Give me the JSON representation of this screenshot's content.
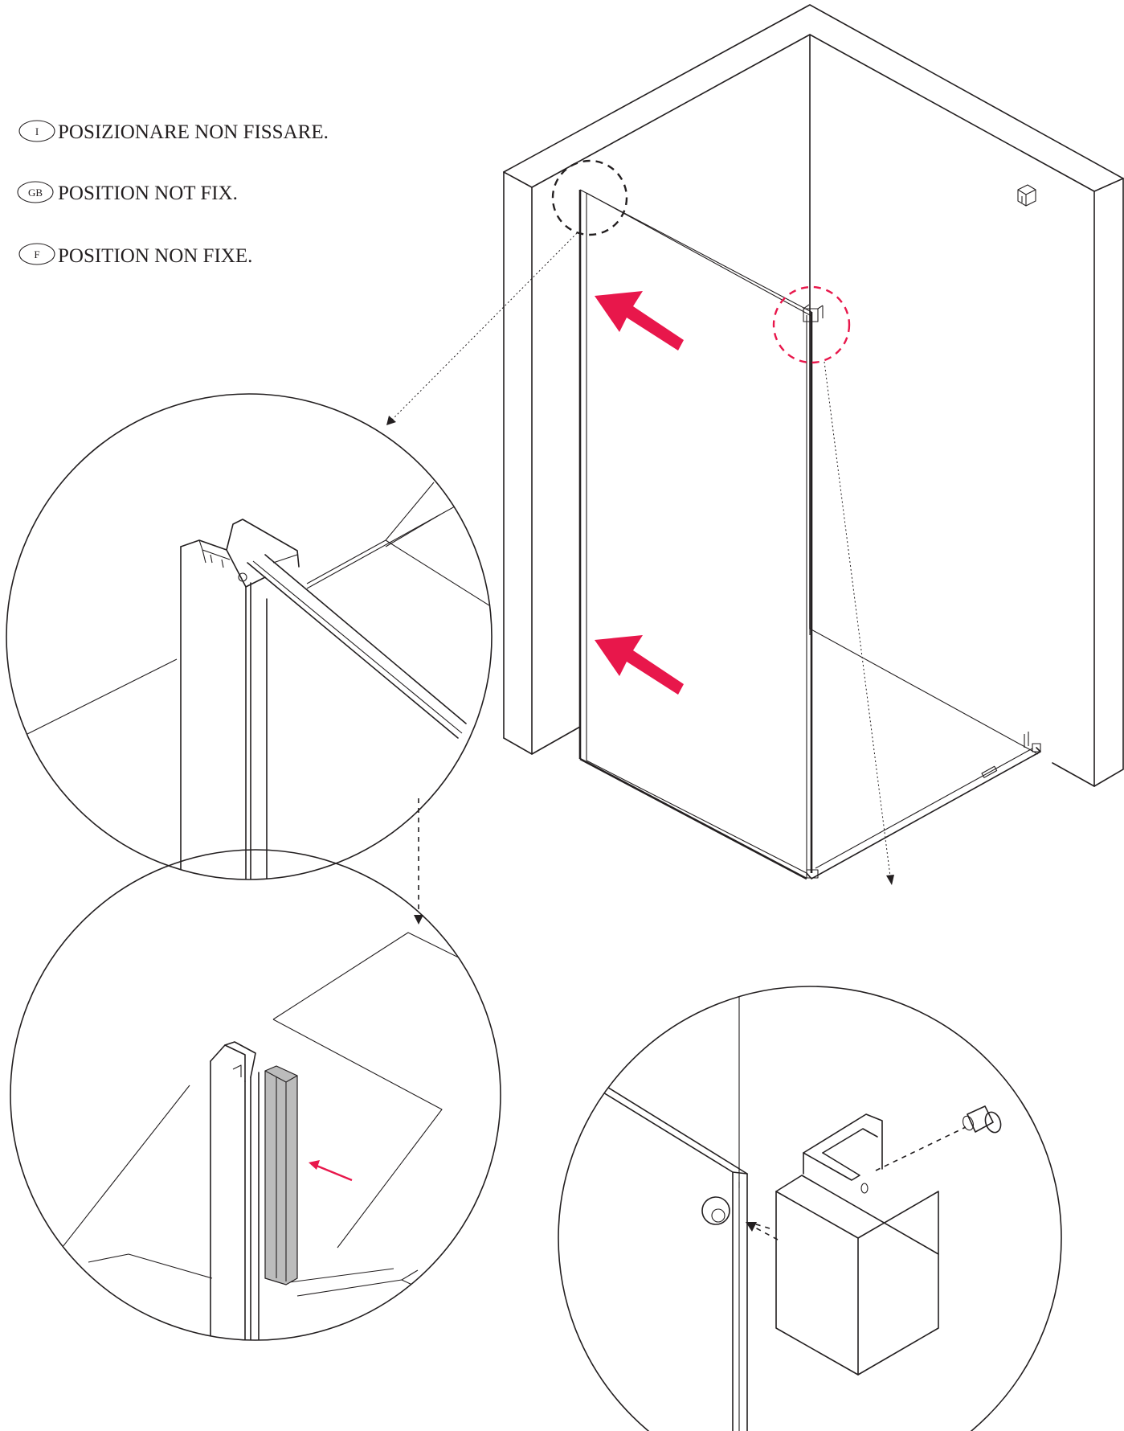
{
  "instructions": [
    {
      "lang_code": "I",
      "text": "POSIZIONARE NON FISSARE."
    },
    {
      "lang_code": "GB",
      "text": "POSITION NOT FIX."
    },
    {
      "lang_code": "F",
      "text": "POSITION NON FIXE."
    }
  ],
  "colors": {
    "line": "#231f20",
    "arrow_accent": "#e8174b",
    "highlight_circle_red": "#e8174b",
    "seal_strip": "#bcbcbc"
  },
  "icons": {
    "push_arrow": "arrow-icon",
    "language_badge": "circle-badge-icon"
  }
}
